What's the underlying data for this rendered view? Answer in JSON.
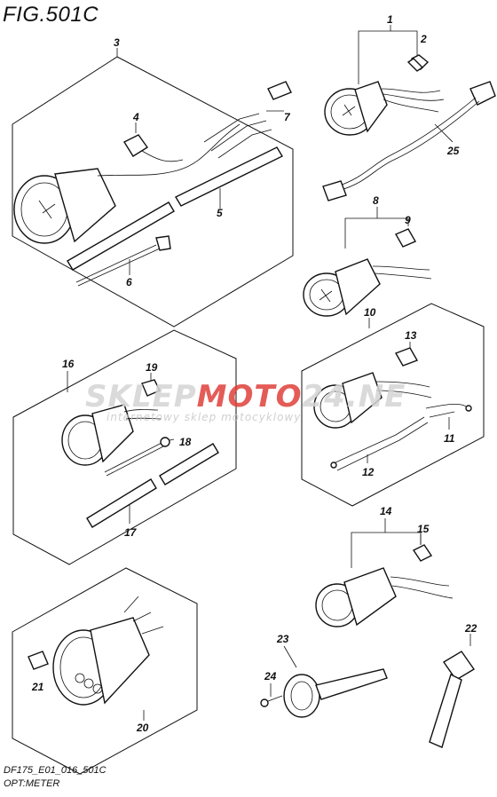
{
  "figure": {
    "title": "FIG.501C",
    "footer_code": "DF175_E01_016_501C",
    "footer_name": "OPT:METER"
  },
  "watermark": {
    "brand_grey_1": "SKLEP",
    "brand_red": "MOTO",
    "brand_grey_2": "24",
    "brand_grey_3": ".NE",
    "tagline": "internetowy sklep motocyklowy",
    "color_grey": "#d4d4d4",
    "color_red": "#e0403a"
  },
  "callouts": [
    "1",
    "2",
    "3",
    "4",
    "5",
    "6",
    "7",
    "8",
    "9",
    "10",
    "11",
    "12",
    "13",
    "14",
    "15",
    "16",
    "17",
    "18",
    "19",
    "20",
    "21",
    "22",
    "23",
    "24",
    "25"
  ]
}
